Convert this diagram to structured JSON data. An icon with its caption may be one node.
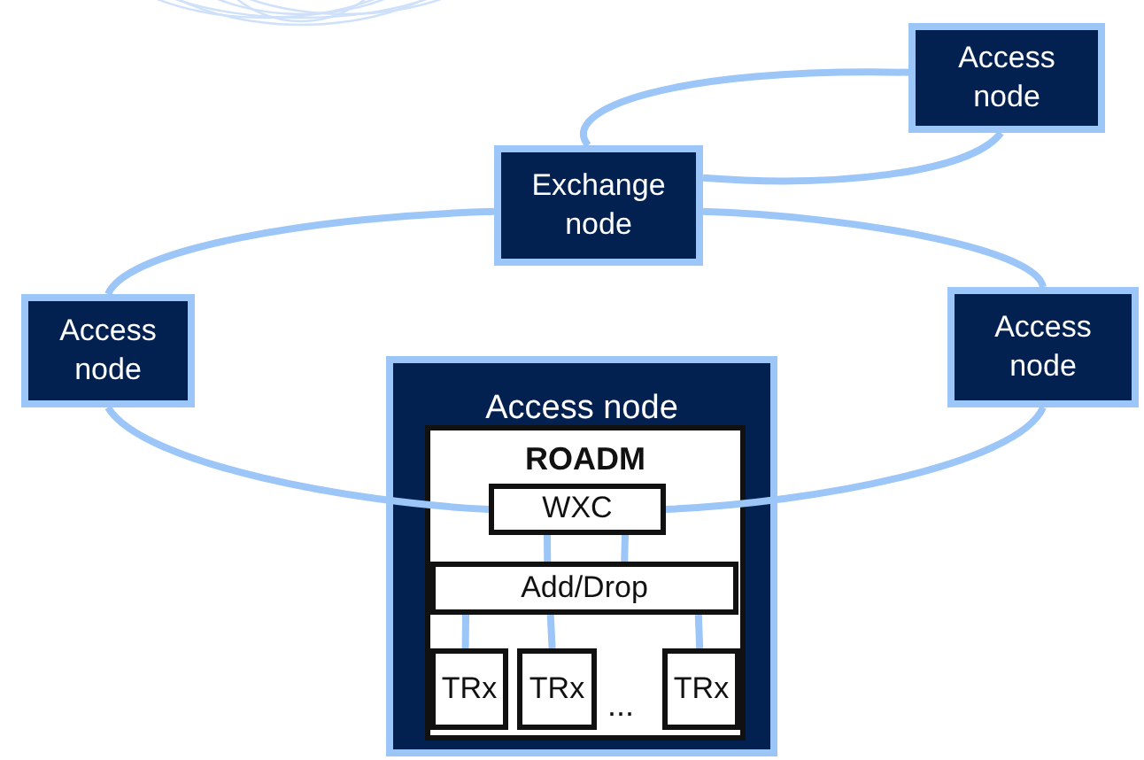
{
  "diagram": {
    "nodes": [
      {
        "text": [
          "Access node"
        ]
      },
      {
        "text": [
          "Exchange node"
        ]
      },
      {
        "text": [
          "Access node"
        ]
      },
      {
        "text": [
          "Access node"
        ]
      },
      {
        "text": [
          "Access node"
        ]
      },
      {
        "text": [
          "ROADM"
        ],
        "in": 4
      },
      {
        "text": [
          "WXC"
        ],
        "in": 5
      },
      {
        "text": [
          "Add/Drop"
        ],
        "in": 5
      },
      {
        "text": [
          "TRx"
        ],
        "in": 5
      },
      {
        "text": [
          "TRx"
        ],
        "in": 5
      },
      {
        "text": [
          "TRx"
        ],
        "in": 5
      }
    ],
    "edges": [
      {
        "from": 1,
        "to": 0,
        "arrow": "none"
      },
      {
        "from": 1,
        "to": 0,
        "arrow": "none"
      },
      {
        "from": 1,
        "to": 2,
        "arrow": "none"
      },
      {
        "from": 1,
        "to": 3,
        "arrow": "none"
      },
      {
        "from": 2,
        "to": 6,
        "arrow": "none"
      },
      {
        "from": 6,
        "to": 3,
        "arrow": "none"
      },
      {
        "from": 6,
        "to": 7,
        "arrow": "none"
      },
      {
        "from": 6,
        "to": 7,
        "arrow": "none"
      },
      {
        "from": 7,
        "to": 8,
        "arrow": "none"
      },
      {
        "from": 7,
        "to": 9,
        "arrow": "none"
      },
      {
        "from": 7,
        "to": 10,
        "arrow": "none"
      }
    ],
    "labels": [
      "..."
    ]
  }
}
